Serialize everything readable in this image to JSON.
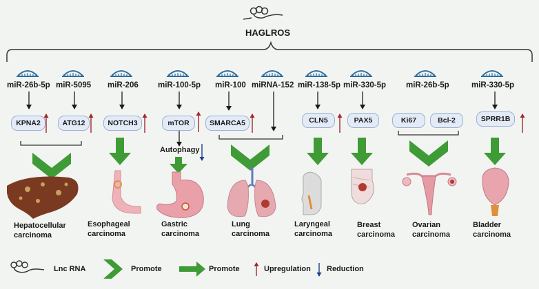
{
  "title": "HAGLROS",
  "mirnas": [
    {
      "label": "miR-26b-5p"
    },
    {
      "label": "miR-5095"
    },
    {
      "label": "miR-206"
    },
    {
      "label": "miR-100-5p"
    },
    {
      "label": "miR-100"
    },
    {
      "label": "miRNA-152"
    },
    {
      "label": "miR-138-5p"
    },
    {
      "label": "miR-330-5p"
    },
    {
      "label": "miR-26b-5p"
    },
    {
      "label": "miR-330-5p"
    }
  ],
  "genes": [
    "KPNA2",
    "ATG12",
    "NOTCH3",
    "mTOR",
    "SMARCA5",
    "CLN5",
    "PAX5",
    "Ki67",
    "Bcl-2",
    "SPRR1B"
  ],
  "autophagy_label": "Autophagy",
  "cancers": [
    "Hepatocellular\ncarcinoma",
    "Esophageal\ncarcinoma",
    "Gastric\ncarcinoma",
    "Lung\ncarcinoma",
    "Laryngeal\ncarcinoma",
    "Breast\ncarcinoma",
    "Ovarian\ncarcinoma",
    "Bladder\ncarcinoma"
  ],
  "legend": {
    "lncrna": "Lnc RNA",
    "promote_chevron": "Promote",
    "promote_arrow": "Promote",
    "upregulation": "Upregulation",
    "reduction": "Reduction"
  },
  "colors": {
    "green": "#3f9b35",
    "up_arrow": "#a3282e",
    "down_arrow": "#1f3d8a",
    "mirna_icon": "#2d6fa3",
    "organ_pink": "#e9aab1",
    "liver": "#7a3a22"
  }
}
